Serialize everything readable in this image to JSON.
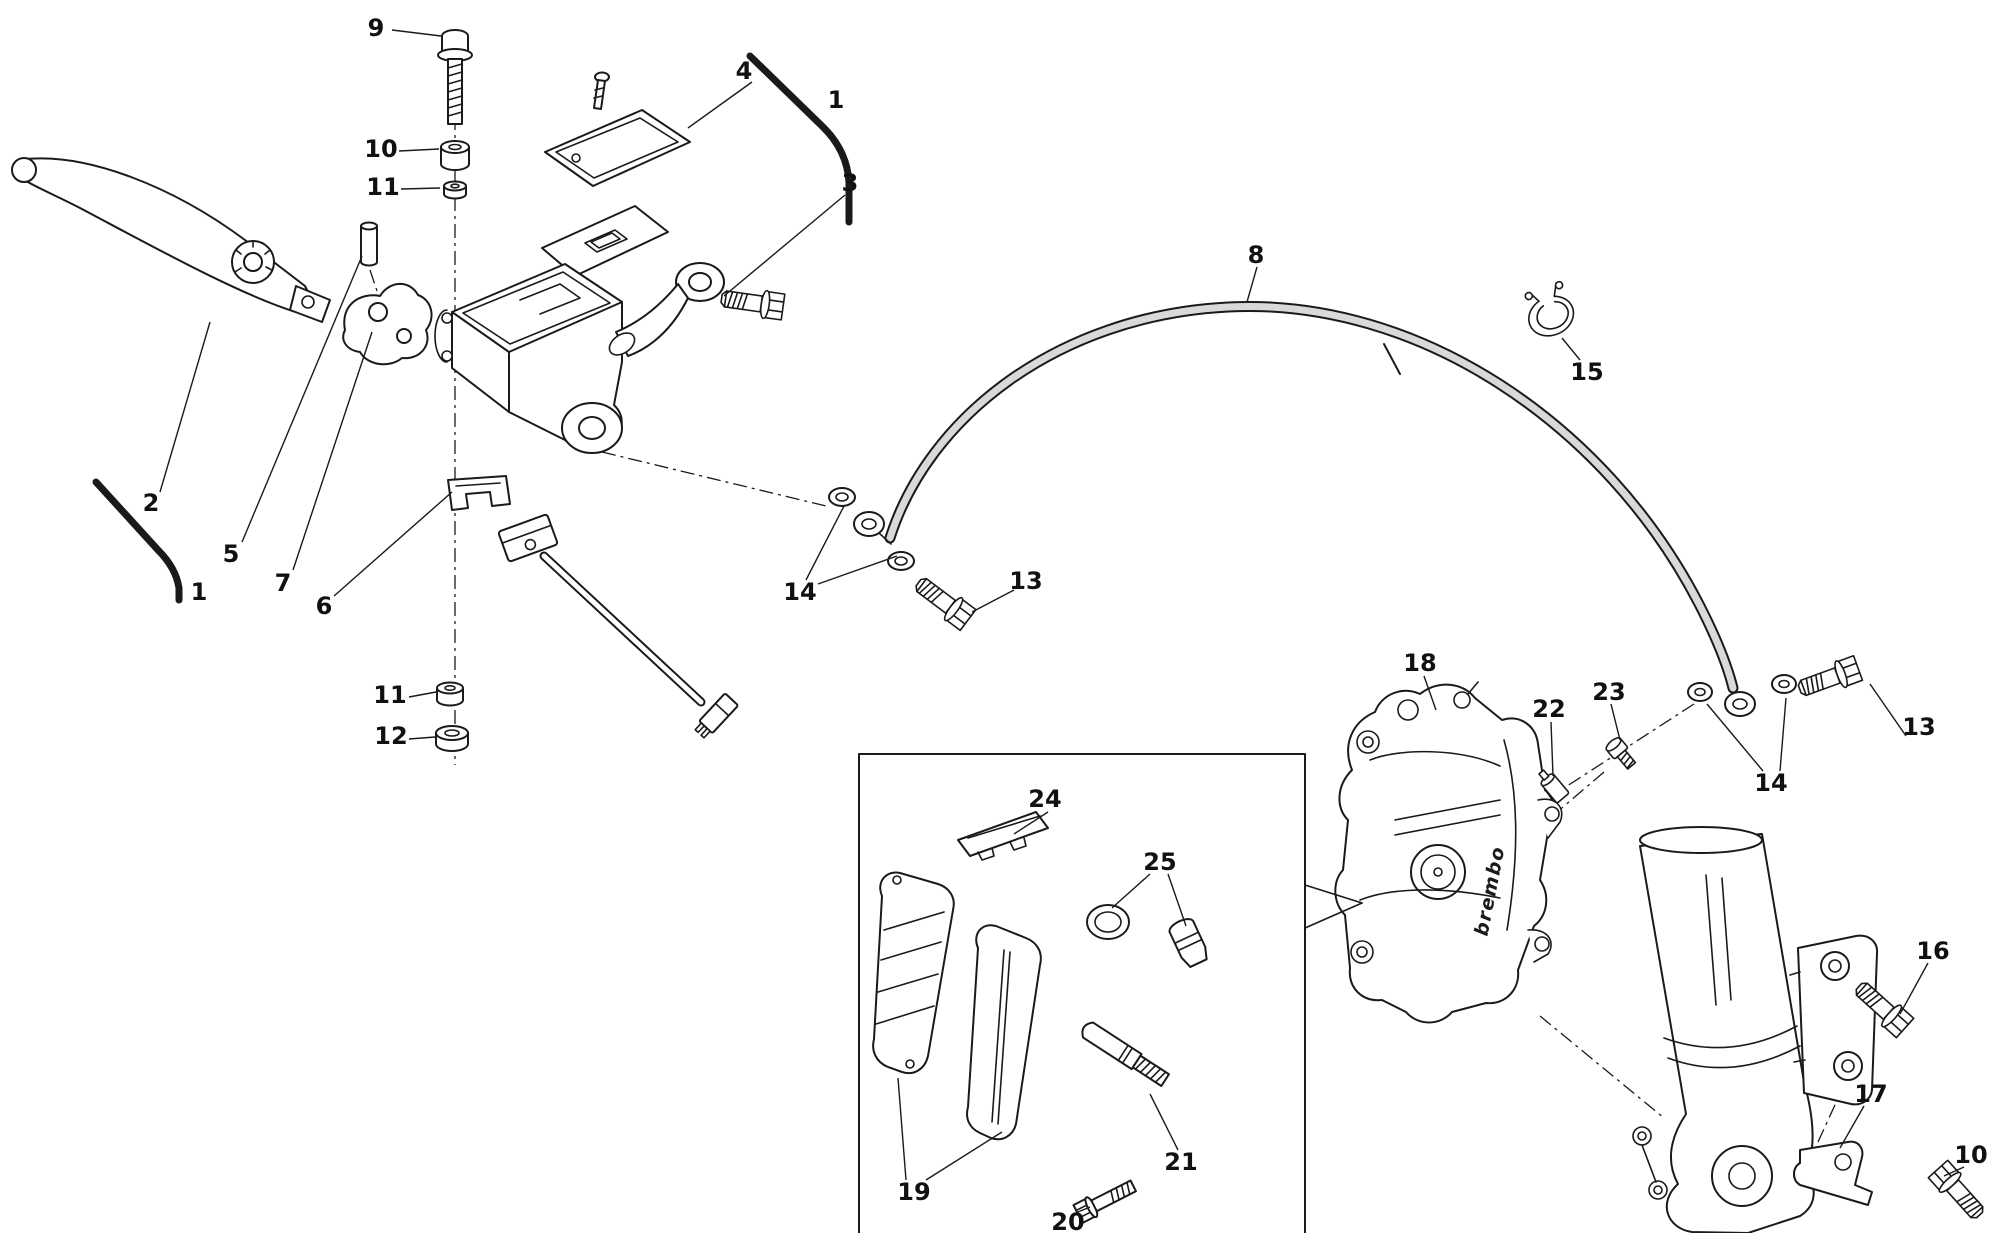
{
  "diagram": {
    "background": "#ffffff",
    "line_color": "#1a1a1a",
    "hose_fill": "#d9d9d9",
    "caliper_brand": "brembo"
  },
  "callouts": [
    {
      "id": "bolt-9",
      "label": "9"
    },
    {
      "id": "bushing-10",
      "label": "10"
    },
    {
      "id": "washer-11-upper",
      "label": "11"
    },
    {
      "id": "reservoir-cover-4",
      "label": "4"
    },
    {
      "id": "assembly-1-top",
      "label": "1"
    },
    {
      "id": "hose-elbow-3",
      "label": "3"
    },
    {
      "id": "brake-hose-8",
      "label": "8"
    },
    {
      "id": "hose-clamp-15",
      "label": "15"
    },
    {
      "id": "brake-lever-2",
      "label": "2"
    },
    {
      "id": "pin-5",
      "label": "5"
    },
    {
      "id": "perch-clamp-7",
      "label": "7"
    },
    {
      "id": "assembly-1-bottom",
      "label": "1"
    },
    {
      "id": "clamp-half-6",
      "label": "6"
    },
    {
      "id": "washers-14-left",
      "label": "14"
    },
    {
      "id": "banjo-bolt-13-left",
      "label": "13"
    },
    {
      "id": "washer-11-lower",
      "label": "11"
    },
    {
      "id": "washer-12",
      "label": "12"
    },
    {
      "id": "brake-caliper-18",
      "label": "18"
    },
    {
      "id": "bleed-screw-22",
      "label": "22"
    },
    {
      "id": "plug-23",
      "label": "23"
    },
    {
      "id": "banjo-bolt-13-right",
      "label": "13"
    },
    {
      "id": "washers-14-right",
      "label": "14"
    },
    {
      "id": "pad-spring-24",
      "label": "24"
    },
    {
      "id": "seal-kit-25",
      "label": "25"
    },
    {
      "id": "bolt-16",
      "label": "16"
    },
    {
      "id": "bracket-17",
      "label": "17"
    },
    {
      "id": "pad-pin-21",
      "label": "21"
    },
    {
      "id": "brake-pads-19",
      "label": "19"
    },
    {
      "id": "pin-20",
      "label": "20"
    },
    {
      "id": "bolt-10-lower",
      "label": "10"
    }
  ]
}
